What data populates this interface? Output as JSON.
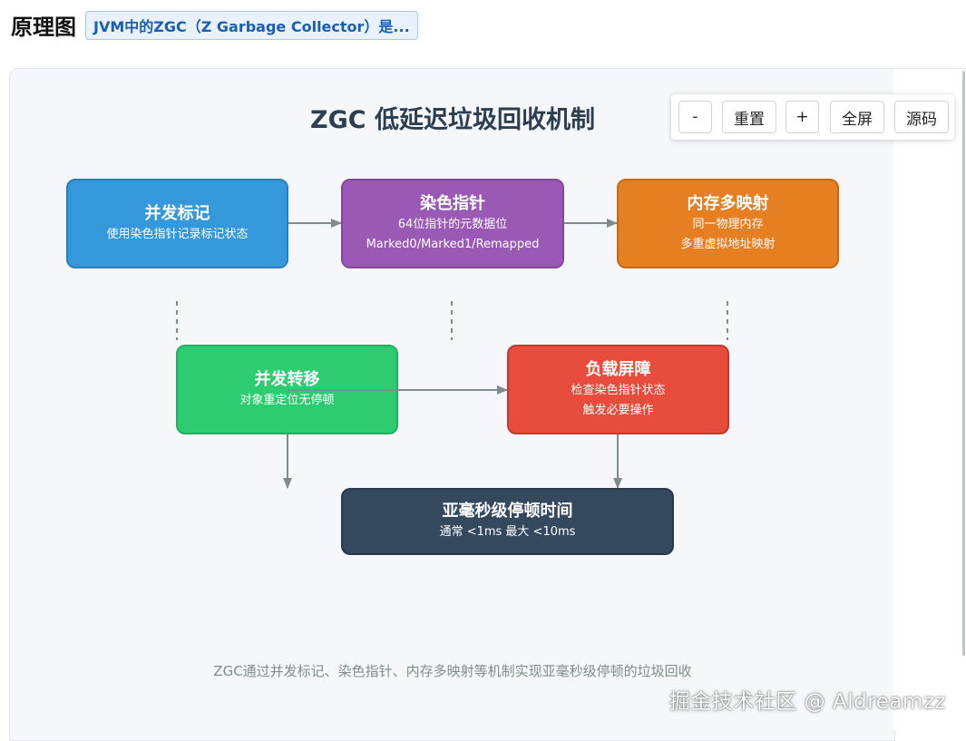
{
  "header": {
    "title": "原理图",
    "chip": "JVM中的ZGC（Z Garbage Collector）是..."
  },
  "diagram": {
    "title": "ZGC 低延迟垃圾回收机制",
    "caption": "ZGC通过并发标记、染色指针、内存多映射等机制实现亚毫秒级停顿的垃圾回收",
    "nodes": [
      {
        "title": "并发标记",
        "lines": [
          "使用染色指针记录标记状态"
        ],
        "color": "#3498db"
      },
      {
        "title": "染色指针",
        "lines": [
          "64位指针的元数据位",
          "Marked0/Marked1/Remapped"
        ],
        "color": "#9b59b6"
      },
      {
        "title": "内存多映射",
        "lines": [
          "同一物理内存",
          "多重虚拟地址映射"
        ],
        "color": "#e67e22"
      },
      {
        "title": "并发转移",
        "lines": [
          "对象重定位无停顿"
        ],
        "color": "#2ecc71"
      },
      {
        "title": "负载屏障",
        "lines": [
          "检查染色指针状态",
          "触发必要操作"
        ],
        "color": "#e74c3c"
      },
      {
        "title": "亚毫秒级停顿时间",
        "lines": [
          "通常 <1ms 最大 <10ms"
        ],
        "color": "#34495e"
      }
    ]
  },
  "toolbar": {
    "zoom_out": "-",
    "reset": "重置",
    "zoom_in": "+",
    "fullscreen": "全屏",
    "source": "源码"
  },
  "watermark": "掘金技术社区 @ Aldreamzz"
}
